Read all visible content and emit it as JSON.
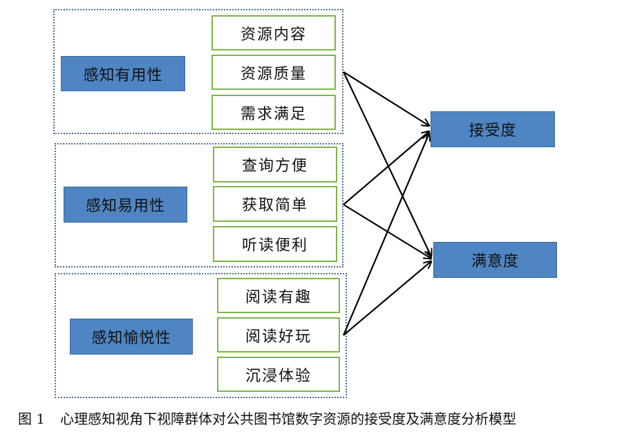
{
  "groups": [
    {
      "construct": "感知有用性",
      "items": [
        "资源内容",
        "资源质量",
        "需求满足"
      ]
    },
    {
      "construct": "感知易用性",
      "items": [
        "查询方便",
        "获取简单",
        "听读便利"
      ]
    },
    {
      "construct": "感知愉悦性",
      "items": [
        "阅读有趣",
        "阅读好玩",
        "沉浸体验"
      ]
    }
  ],
  "outcomes": [
    "接受度",
    "满意度"
  ],
  "caption": {
    "number": "图 1",
    "text": "心理感知视角下视障群体对公共图书馆数字资源的接受度及满意度分析模型"
  },
  "colors": {
    "construct_fill": "#4f85c3",
    "item_border": "#7cb646",
    "group_border": "#4a6b8f",
    "arrow": "#000000"
  }
}
